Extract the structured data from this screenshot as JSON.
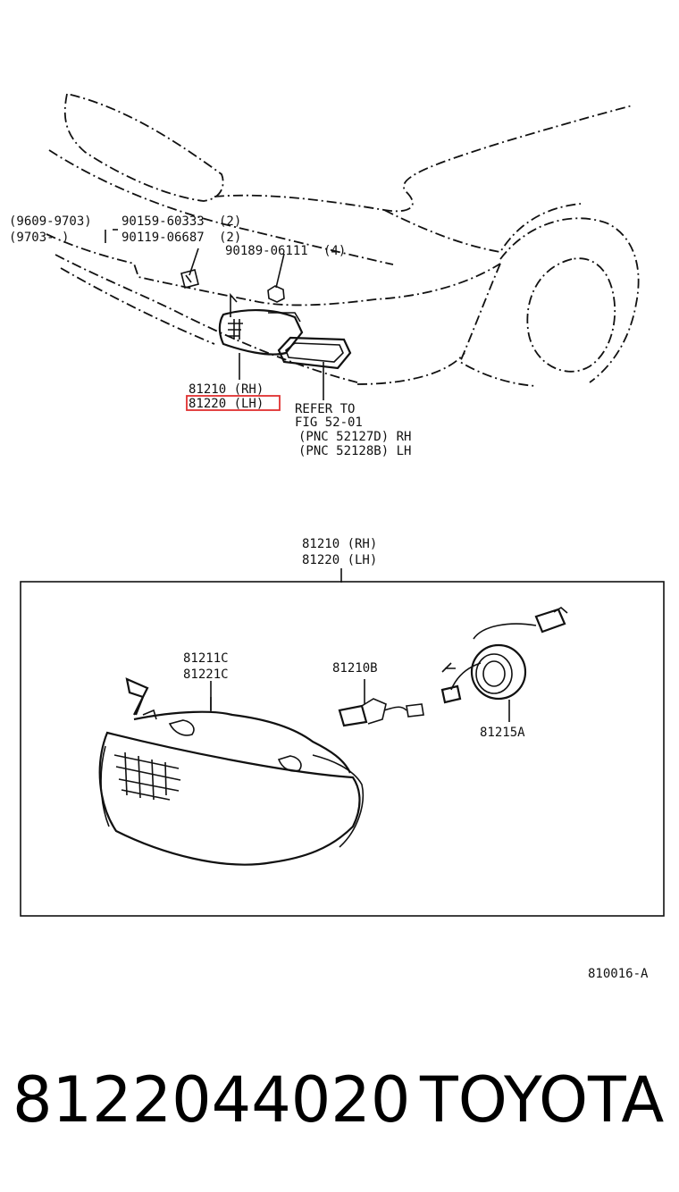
{
  "top_labels": {
    "date_range_1": "(9609-9703)",
    "date_range_2": "(9703-    )",
    "bolt_1": "90159-60333",
    "bolt_1_qty": "(2)",
    "bolt_2": "90119-06687",
    "bolt_2_qty": "(2)",
    "nut": "90189-06111",
    "nut_qty": "(4)",
    "lamp_rh": "81210 (RH)",
    "lamp_lh": "81220 (LH)",
    "refer_1": "REFER TO",
    "refer_2": "FIG 52-01",
    "pnc_rh": "(PNC  52127D) RH",
    "pnc_lh": "(PNC  52128B) LH"
  },
  "detail_labels": {
    "assy_rh": "81210 (RH)",
    "assy_lh": "81220 (LH)",
    "lens_1": "81211C",
    "lens_2": "81221C",
    "bulb": "81210B",
    "socket": "81215A"
  },
  "figure_code": "810016-A",
  "part_number": "8122044020",
  "brand": "TOYOTA",
  "highlight_color": "#e03030"
}
